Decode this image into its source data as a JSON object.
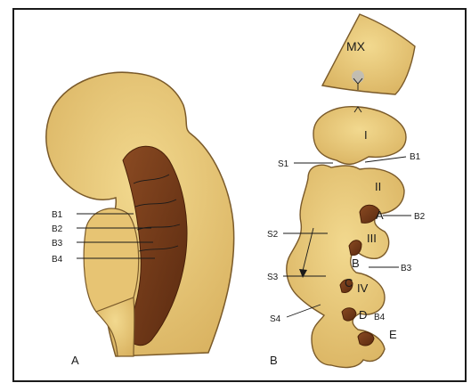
{
  "panel_a": {
    "panel_label": "A",
    "labels": {
      "b1": "B1",
      "b2": "B2",
      "b3": "B3",
      "b4": "B4"
    }
  },
  "panel_b": {
    "panel_label": "B",
    "mx": "MX",
    "roman": {
      "i": "I",
      "ii": "II",
      "iii": "III",
      "iv": "IV"
    },
    "sulci": {
      "s1": "S1",
      "s2": "S2",
      "s3": "S3",
      "s4": "S4"
    },
    "pouches": {
      "a": "A",
      "b": "B",
      "c": "C",
      "d": "D",
      "e": "E"
    },
    "right_labels": {
      "b1": "B1",
      "b2": "B2",
      "b3": "B3",
      "b4": "B4"
    }
  },
  "colors": {
    "tissue": "#e9c97a",
    "tissue_edge": "#7a5a2a",
    "dark_cavity": "#6a3514",
    "frame": "#1a1a1a"
  }
}
